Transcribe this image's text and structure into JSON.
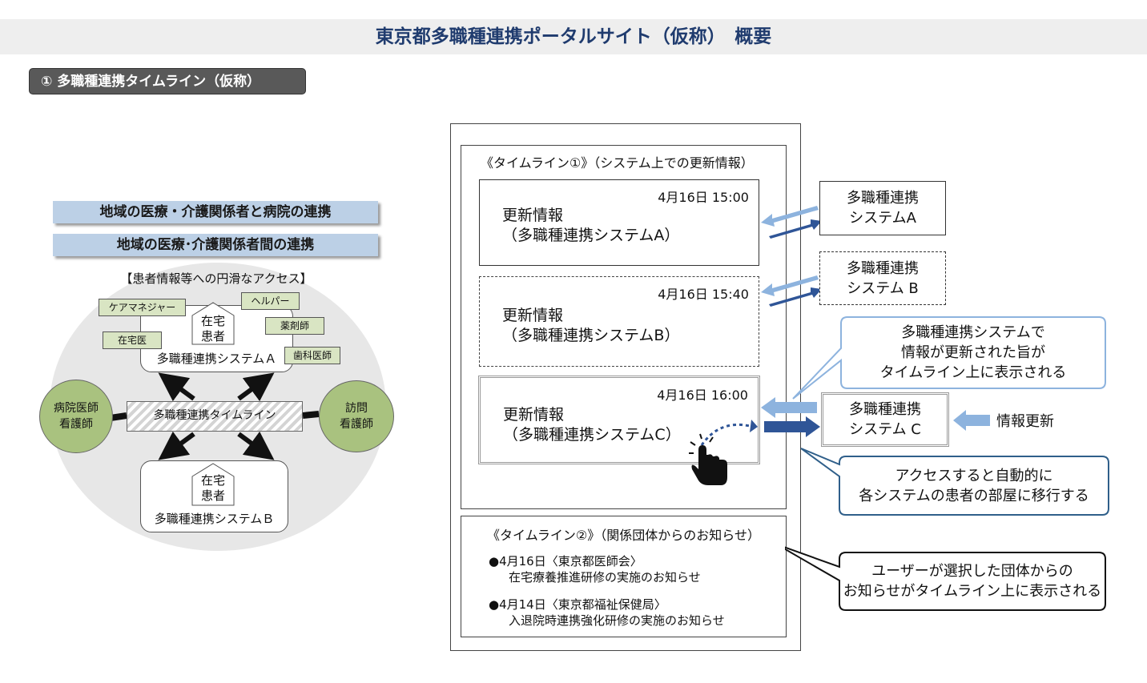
{
  "title": "東京都多職種連携ポータルサイト（仮称）　概要",
  "section_label": "① 多職種連携タイムライン（仮称）",
  "left": {
    "band1": "地域の医療・介護関係者と病院の連携",
    "band2": "地域の医療･介護関係者間の連携",
    "access_label": "【患者情報等への円滑なアクセス】",
    "roles": {
      "care_manager": "ケアマネジャー",
      "helper": "ヘルパー",
      "pharmacist": "薬剤師",
      "home_doctor": "在宅医",
      "dentist": "歯科医師"
    },
    "home_patient_line1": "在宅",
    "home_patient_line2": "患者",
    "system_a": "多職種連携システムＡ",
    "system_b": "多職種連携システムＢ",
    "timeline": "多職種連携タイムライン",
    "hospital_line1": "病院医師",
    "hospital_line2": "看護師",
    "visit_line1": "訪問",
    "visit_line2": "看護師"
  },
  "timeline1": {
    "header": "《タイムライン①》（システム上での更新情報）",
    "cards": [
      {
        "time": "4月16日 15:00",
        "line1": "更新情報",
        "line2": "（多職種連携システムA）"
      },
      {
        "time": "4月16日 15:40",
        "line1": "更新情報",
        "line2": "（多職種連携システムB）"
      },
      {
        "time": "4月16日 16:00",
        "line1": "更新情報",
        "line2": "（多職種連携システムC）"
      }
    ]
  },
  "timeline2": {
    "header": "《タイムライン②》（関係団体からのお知らせ）",
    "items": [
      {
        "line1": "●4月16日〈東京都医師会〉",
        "line2": "在宅療養推進研修の実施のお知らせ"
      },
      {
        "line1": "●4月14日〈東京都福祉保健局〉",
        "line2": "入退院時連携強化研修の実施のお知らせ"
      }
    ]
  },
  "right": {
    "sys_a_line1": "多職種連携",
    "sys_a_line2": "システムA",
    "sys_b_line1": "多職種連携",
    "sys_b_line2": "システム B",
    "sys_c_line1": "多職種連携",
    "sys_c_line2": "システム C",
    "info_update": "情報更新",
    "callout1": [
      "多職種連携システムで",
      "情報が更新された旨が",
      "タイムライン上に表示される"
    ],
    "callout2": [
      "アクセスすると自動的に",
      "各システムの患者の部屋に移行する"
    ],
    "callout3": [
      "ユーザーが選択した団体からの",
      "お知らせがタイムライン上に表示される"
    ]
  },
  "colors": {
    "title": "#1f3b6e",
    "band": "#bcd0e6",
    "role_fill": "#d9e5c3",
    "green_circle": "#a9c27f",
    "arrow_light": "#8db3de",
    "arrow_dark": "#2f5597",
    "callout_border": "#2f5f8a"
  }
}
